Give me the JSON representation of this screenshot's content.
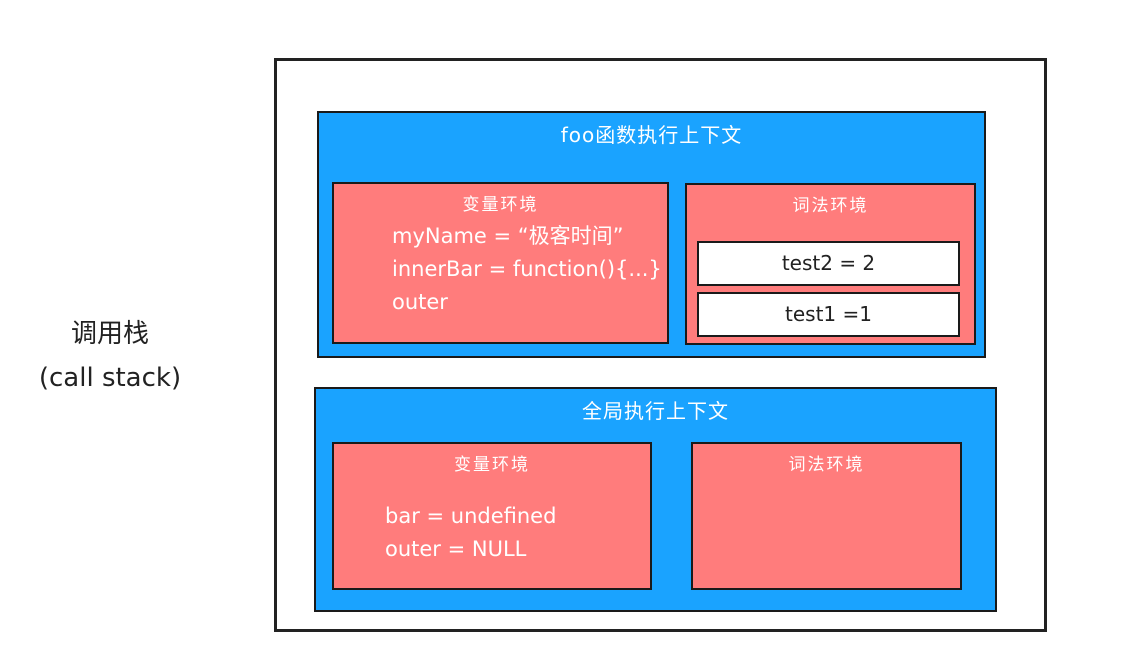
{
  "call_stack": {
    "label_cn": "调用栈",
    "label_en": "(call stack)"
  },
  "foo_context": {
    "title": "foo函数执行上下文",
    "variable_env": {
      "title": "变量环境",
      "lines": [
        "myName = “极客时间”",
        "innerBar = function(){...}",
        "outer"
      ]
    },
    "lexical_env": {
      "title": "词法环境",
      "entries": [
        "test2 = 2",
        "test1 =1"
      ]
    }
  },
  "global_context": {
    "title": "全局执行上下文",
    "variable_env": {
      "title": "变量环境",
      "lines": [
        "bar =  undefined",
        "outer = NULL"
      ]
    },
    "lexical_env": {
      "title": "词法环境"
    }
  },
  "colors": {
    "context_blue": "#1aa3ff",
    "env_red": "#ff7c7c",
    "stack_border": "#222222"
  }
}
